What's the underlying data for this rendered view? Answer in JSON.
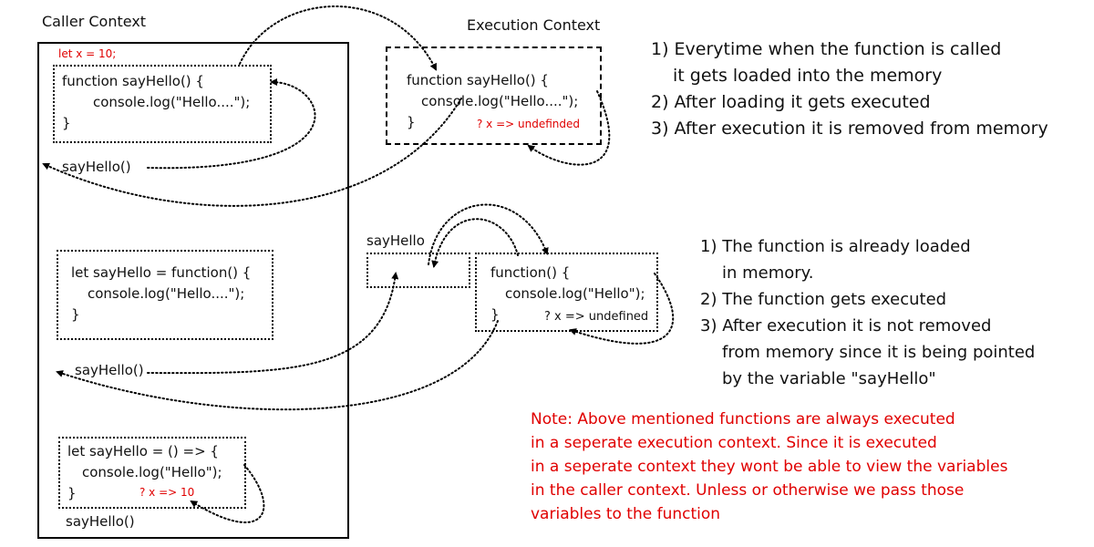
{
  "caller_context": {
    "title": "Caller Context",
    "let_x": "let x = 10;",
    "func_decl": {
      "line1": "function sayHello() {",
      "line2": "console.log(\"Hello....\");",
      "line3": "}"
    },
    "call1": "sayHello()",
    "func_expr": {
      "line1": "let sayHello = function() {",
      "line2": "console.log(\"Hello....\");",
      "line3": "}"
    },
    "call2": "sayHello()",
    "arrow_func": {
      "line1": "let sayHello = () => {",
      "line2": "console.log(\"Hello\");",
      "line3": "}",
      "note": "? x => 10"
    },
    "call3": "sayHello()"
  },
  "execution_context": {
    "title": "Execution Context",
    "line1": "function sayHello() {",
    "line2": "console.log(\"Hello....\");",
    "line3": "}",
    "note": "? x => undefinded"
  },
  "memory": {
    "var_label": "sayHello",
    "line1": "function() {",
    "line2": "console.log(\"Hello\");",
    "line3": "}",
    "note": "? x => undefined"
  },
  "notes_top": [
    "1) Everytime when the function is called",
    "it gets loaded into the memory",
    "2) After loading it gets executed",
    "3) After execution it is removed from memory"
  ],
  "notes_bottom": [
    "1) The function is already loaded",
    "in memory.",
    "2) The function gets executed",
    "3) After execution it is not removed",
    "from memory since it is being pointed",
    "by the variable \"sayHello\""
  ],
  "red_note": [
    "Note: Above mentioned functions are always executed",
    "in a seperate execution context. Since it is executed",
    "in a seperate context they wont be able to view the variables",
    "in the caller context. Unless or otherwise we pass those",
    "variables to the function"
  ],
  "colors": {
    "text": "#111111",
    "accent_red": "#e00000",
    "border": "#000000"
  }
}
